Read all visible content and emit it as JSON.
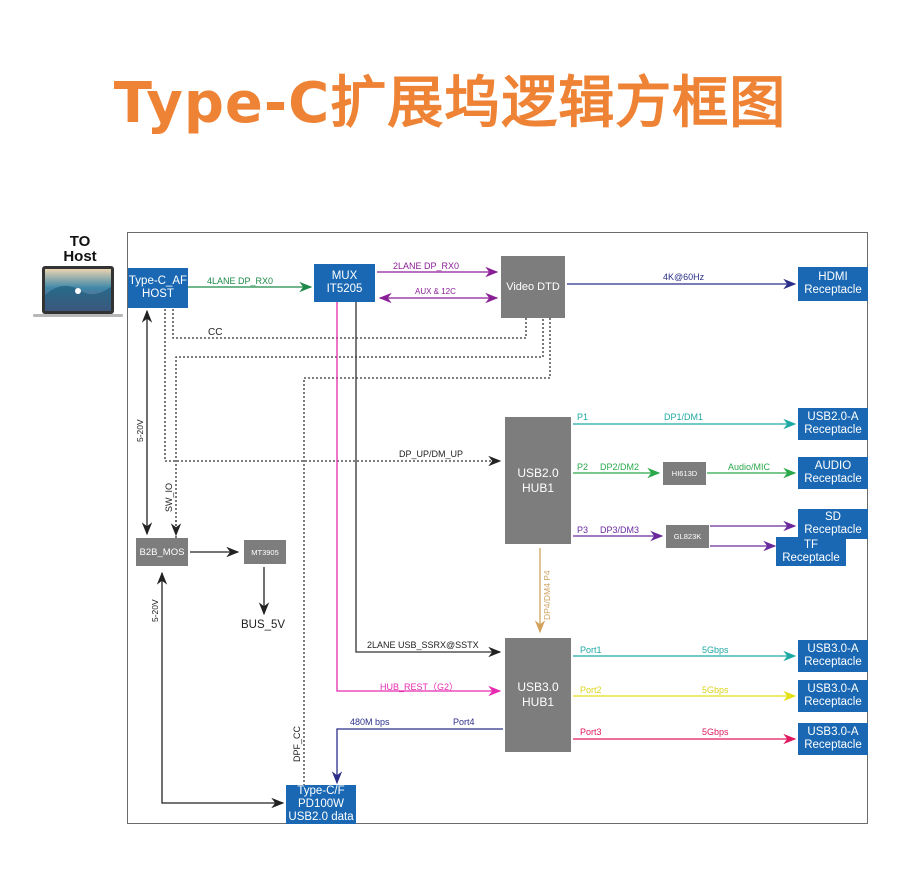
{
  "title": "Type-C扩展坞逻辑方框图",
  "host": {
    "label_line1": "TO",
    "label_line2": "Host",
    "icon": "laptop-icon"
  },
  "colors": {
    "title": "#ee8235",
    "block_blue": "#1a68b3",
    "chip_gray": "#7d7d7d",
    "chip_pins": "#d4a23a",
    "green": "#1e8a4a",
    "purple": "#8b1f96",
    "navy": "#2b2f8a",
    "teal": "#1fa9a3",
    "lime_green": "#2aa84a",
    "violet": "#6a2a9e",
    "tan": "#d1a35c",
    "yellow": "#e3e01a",
    "crimson": "#e0195e",
    "magenta": "#e62bb0",
    "black": "#222222"
  },
  "blocks": {
    "typec_af": {
      "line1": "Type-C_AF",
      "line2": "HOST"
    },
    "mux": {
      "line1": "MUX",
      "line2": "IT5205"
    },
    "hdmi": {
      "line1": "HDMI",
      "line2": "Receptacle"
    },
    "usb2a": {
      "line1": "USB2.0-A",
      "line2": "Receptacle"
    },
    "audio": {
      "line1": "AUDIO",
      "line2": "Receptacle"
    },
    "sd": {
      "line1": "SD",
      "line2": "Receptacle"
    },
    "tf": {
      "line1": "TF",
      "line2": "Receptacle"
    },
    "usb3a_1": {
      "line1": "USB3.0-A",
      "line2": "Receptacle"
    },
    "usb3a_2": {
      "line1": "USB3.0-A",
      "line2": "Receptacle"
    },
    "usb3a_3": {
      "line1": "USB3.0-A",
      "line2": "Receptacle"
    },
    "typec_f": {
      "line1": "Type-C/F",
      "line2": "PD100W",
      "line3": "USB2.0 data"
    }
  },
  "chips": {
    "video_dtd": "Video DTD",
    "usb2_hub_line1": "USB2.0",
    "usb2_hub_line2": "HUB1",
    "usb3_hub_line1": "USB3.0",
    "usb3_hub_line2": "HUB1",
    "hi613d": "HI613D",
    "gl823k": "GL823K",
    "b2b_mos": "B2B_MOS",
    "mt3905": "MT3905"
  },
  "signals": {
    "lane4_dp": "4LANE DP_RX0",
    "lane2_dp": "2LANE DP_RX0",
    "aux_i2c": "AUX & 12C",
    "hdmi_rate": "4K@60Hz",
    "cc": "CC",
    "dp_up": "DP_UP/DM_UP",
    "p1": "P1",
    "dp1": "DP1/DM1",
    "p2": "P2",
    "dp2": "DP2/DM2",
    "audio_mic": "Audio/MIC",
    "p3": "P3",
    "dp3": "DP3/DM3",
    "p4": "DP4/DM4  P4",
    "v520_top": "5-20V",
    "v520_bottom": "5-20V",
    "sw_io": "SW_IO",
    "bus5v": "BUS_5V",
    "usb_ss": "2LANE USB_SSRX@SSTX",
    "hub_rest": "HUB_REST（G2）",
    "m480": "480M bps",
    "port4": "Port4",
    "dpf_cc": "DPF_CC",
    "port1": "Port1",
    "port2": "Port2",
    "port3": "Port3",
    "gbps1": "5Gbps",
    "gbps2": "5Gbps",
    "gbps3": "5Gbps"
  }
}
